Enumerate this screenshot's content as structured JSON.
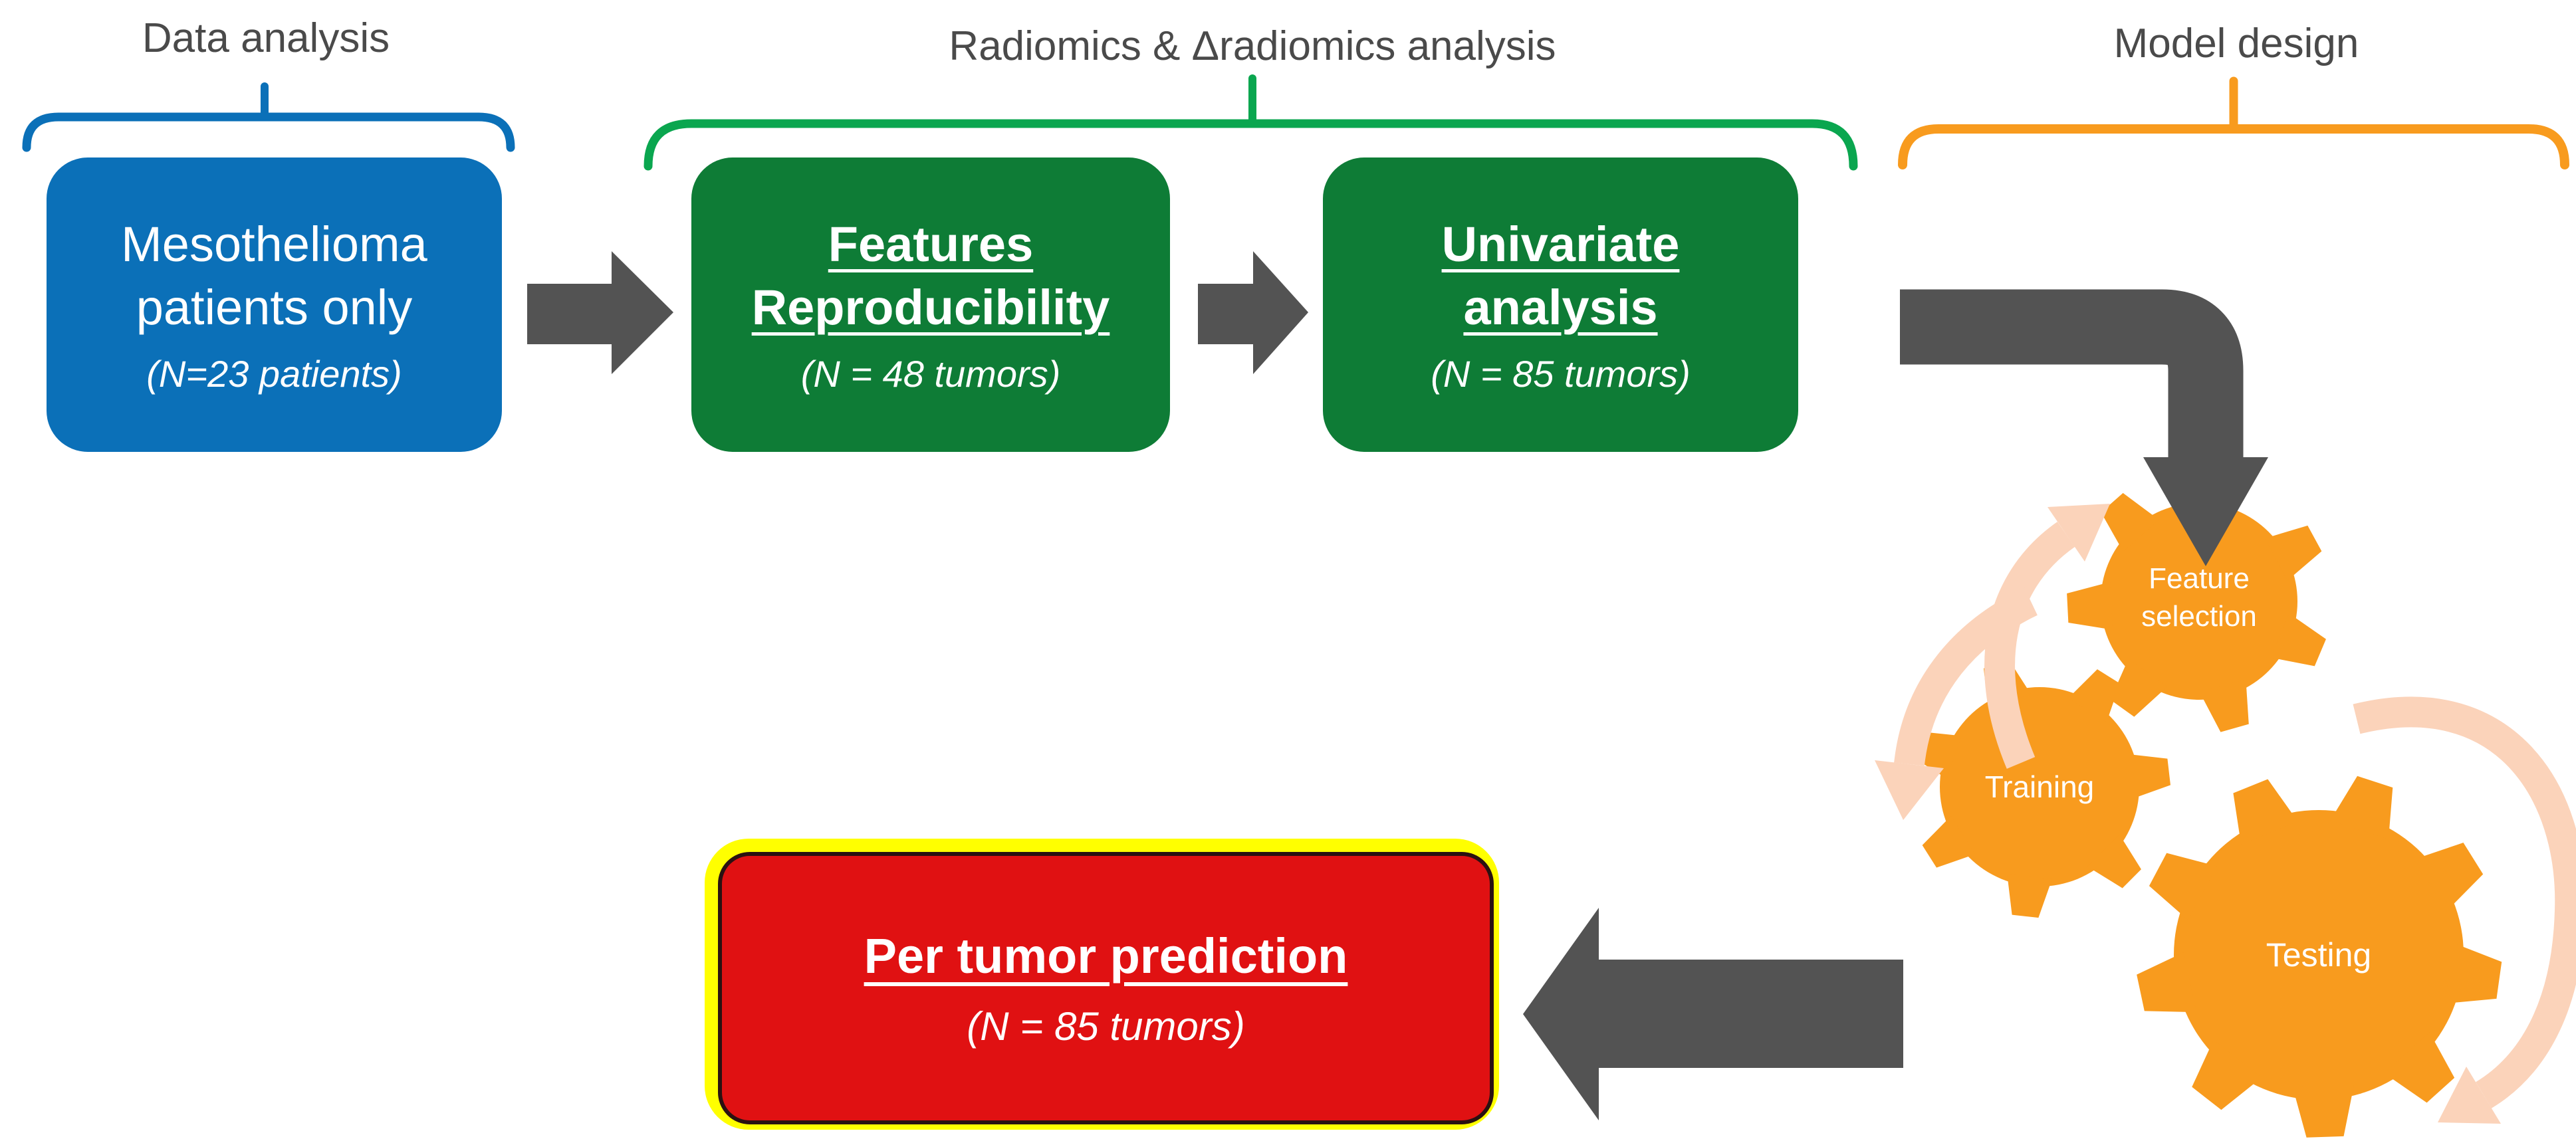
{
  "headers": {
    "data_analysis": "Data analysis",
    "radiomics": "Radiomics & Δradiomics analysis",
    "model_design": "Model design"
  },
  "boxes": {
    "patients": {
      "line1": "Mesothelioma",
      "line2": "patients only",
      "note": "(N=23 patients)"
    },
    "reproducibility": {
      "line1": "Features",
      "line2": "Reproducibility",
      "note": "(N = 48 tumors)"
    },
    "univariate": {
      "line1": "Univariate",
      "line2": "analysis",
      "note": "(N = 85 tumors)"
    },
    "prediction": {
      "title": "Per tumor prediction",
      "note": "(N = 85 tumors)"
    }
  },
  "gears": {
    "feature": {
      "line1": "Feature",
      "line2": "selection"
    },
    "training": "Training",
    "testing": "Testing"
  },
  "colors": {
    "blue_box": "#0B70B8",
    "green_box": "#0E7C36",
    "green_brace": "#0AA64F",
    "orange": "#F89B1E",
    "peach_arrow": "#FBD3BA",
    "red_box": "#E01112",
    "yellow_border": "#FFFF00",
    "arrow_gray": "#535353",
    "header_text": "#4A4A4A",
    "box_text": "#FFFFFF"
  }
}
